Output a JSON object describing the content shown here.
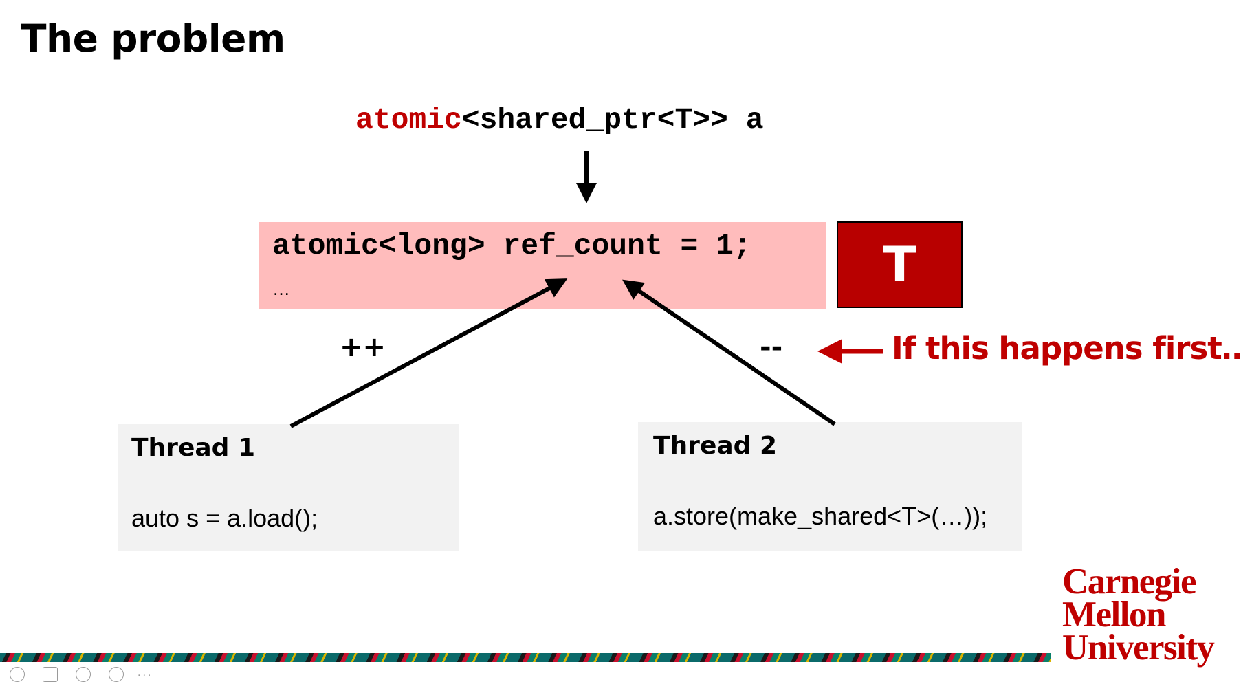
{
  "slide": {
    "title": "The problem",
    "declaration": {
      "keyword": "atomic",
      "rest": "<shared_ptr<T>> a"
    },
    "control_block": {
      "code": "atomic<long> ref_count = 1;",
      "ellipsis": "…"
    },
    "object_label": "T",
    "increment_label": "++",
    "decrement_label": "--",
    "annotation": "If this happens first…",
    "thread1": {
      "title": "Thread 1",
      "code": "auto s = a.load();"
    },
    "thread2": {
      "title": "Thread 2",
      "code": "a.store(make_shared<T>(…));"
    },
    "logo": {
      "line1": "Carnegie",
      "line2": "Mellon",
      "line3": "University"
    },
    "colors": {
      "accent_red": "#bf0000",
      "control_block_bg": "#ffbcbc",
      "object_bg": "#b80000",
      "thread_bg": "#f2f2f2"
    }
  },
  "toolbar": {
    "icons": [
      "pointer-icon",
      "notes-icon",
      "zoom-icon",
      "minus-icon"
    ],
    "text": "..."
  }
}
